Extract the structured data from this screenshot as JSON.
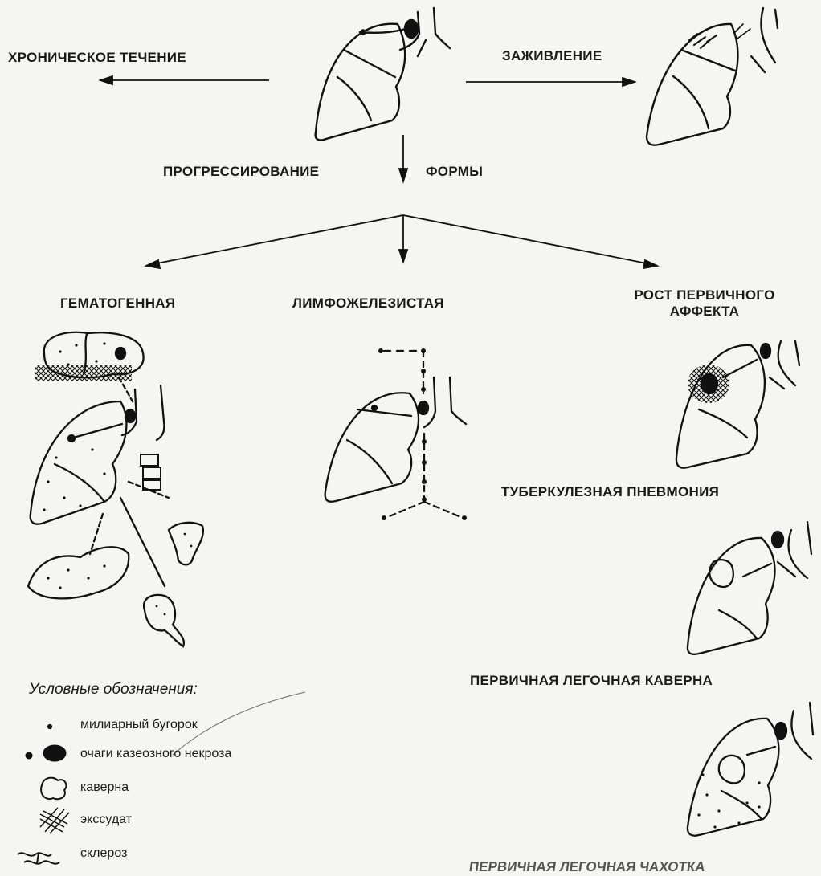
{
  "diagram": {
    "labels": {
      "chronic": "ХРОНИЧЕСКОЕ ТЕЧЕНИЕ",
      "healing": "ЗАЖИВЛЕНИЕ",
      "progression": "ПРОГРЕССИРОВАНИЕ",
      "forms": "ФОРМЫ",
      "hematogenous": "ГЕМАТОГЕННАЯ",
      "lymphoglandular": "ЛИМФОЖЕЛЕЗИСТАЯ",
      "primary_affect_line1": "РОСТ ПЕРВИЧНОГО",
      "primary_affect_line2": "АФФЕКТА",
      "pneumonia": "ТУБЕРКУЛЕЗНАЯ ПНЕВМОНИЯ",
      "cavern": "ПЕРВИЧНАЯ ЛЕГОЧНАЯ КАВЕРНА",
      "consumption_cut": "ПЕРВИЧНАЯ ЛЕГОЧНАЯ ЧАХОТКА"
    },
    "legend": {
      "title": "Условные обозначения:",
      "items": [
        {
          "symbol": "small-dot-icon",
          "label": "милиарный бугорок"
        },
        {
          "symbol": "caseous-focus-icon",
          "label": "очаги казеозного некроза"
        },
        {
          "symbol": "cavern-icon",
          "label": "каверна"
        },
        {
          "symbol": "exudate-hatch-icon",
          "label": "экссудат"
        },
        {
          "symbol": "sclerosis-icon",
          "label": "склероз"
        }
      ]
    }
  }
}
